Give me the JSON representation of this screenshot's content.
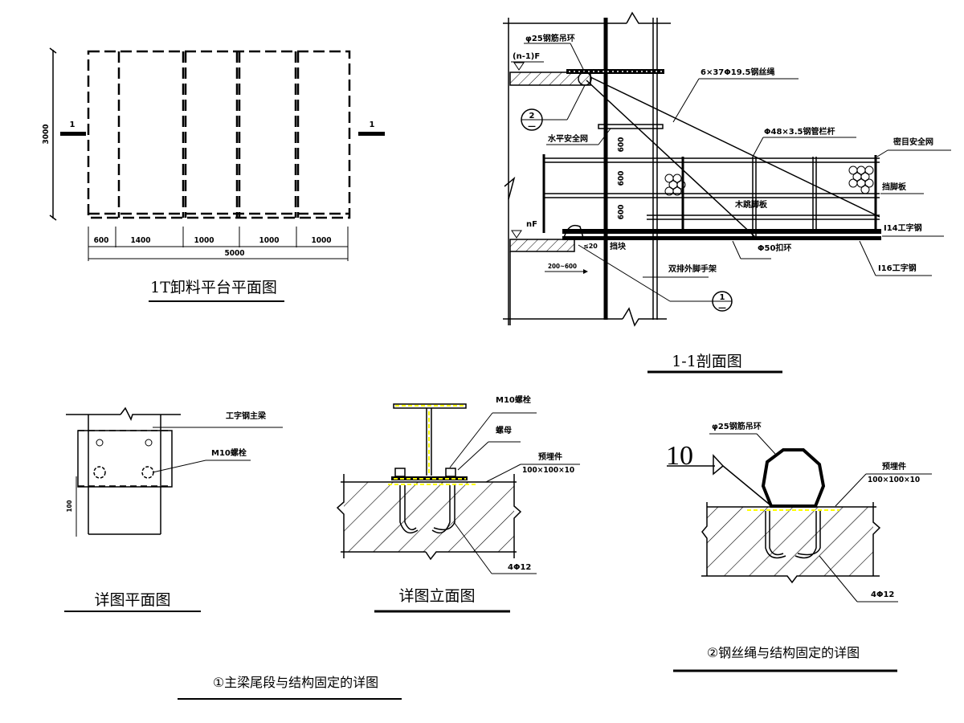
{
  "plan_view": {
    "title": "1T卸料平台平面图",
    "height_dim": "3000",
    "bay_dims": [
      "600",
      "1400",
      "1000",
      "1000",
      "1000"
    ],
    "total_dim": "5000",
    "section_mark": "1"
  },
  "section_view": {
    "title": "1-1剖面图",
    "labels": {
      "tie_rod": "φ25钢筋吊环",
      "floor_upper": "(n-1)F",
      "floor_lower": "nF",
      "detail_ref_2_num": "2",
      "detail_ref_2_sub": "—",
      "horizontal_net": "水平安全网",
      "wire_rope": "6×37Φ19.5钢丝绳",
      "guardrail": "Φ48×3.5钢管栏杆",
      "dense_net": "密目安全网",
      "toe_board": "挡脚板",
      "wood_plank": "木跳脚板",
      "i14": "I14工字钢",
      "i16": "I16工字钢",
      "c50": "Φ50扣环",
      "stopper": "挡块",
      "scaffold": "双排外脚手架",
      "offset": "200~600",
      "detail_ref_1_num": "1",
      "detail_ref_1_sub": "—",
      "weld_sym": "≤20"
    },
    "height_dims": [
      "600",
      "600",
      "600"
    ]
  },
  "detail_plan": {
    "title": "详图平面图",
    "label_beam": "工字钢主梁",
    "label_bolt": "M10螺栓",
    "dim": "100"
  },
  "detail_elevation": {
    "title": "详图立面图",
    "label_bolt": "M10螺栓",
    "label_nut": "螺母",
    "label_embed": "预埋件",
    "label_embed_size": "100×100×10",
    "label_anchor": "4Φ12"
  },
  "detail_1_caption": "①主梁尾段与结构固定的详图",
  "detail_2": {
    "caption": "②钢丝绳与结构固定的详图",
    "label_ring": "φ25钢筋吊环",
    "weld_size": "10",
    "label_embed": "预埋件",
    "label_embed_size": "100×100×10",
    "label_anchor": "4Φ12"
  },
  "colors": {
    "line": "#000000",
    "weld": "#ffff00",
    "background": "#ffffff"
  }
}
